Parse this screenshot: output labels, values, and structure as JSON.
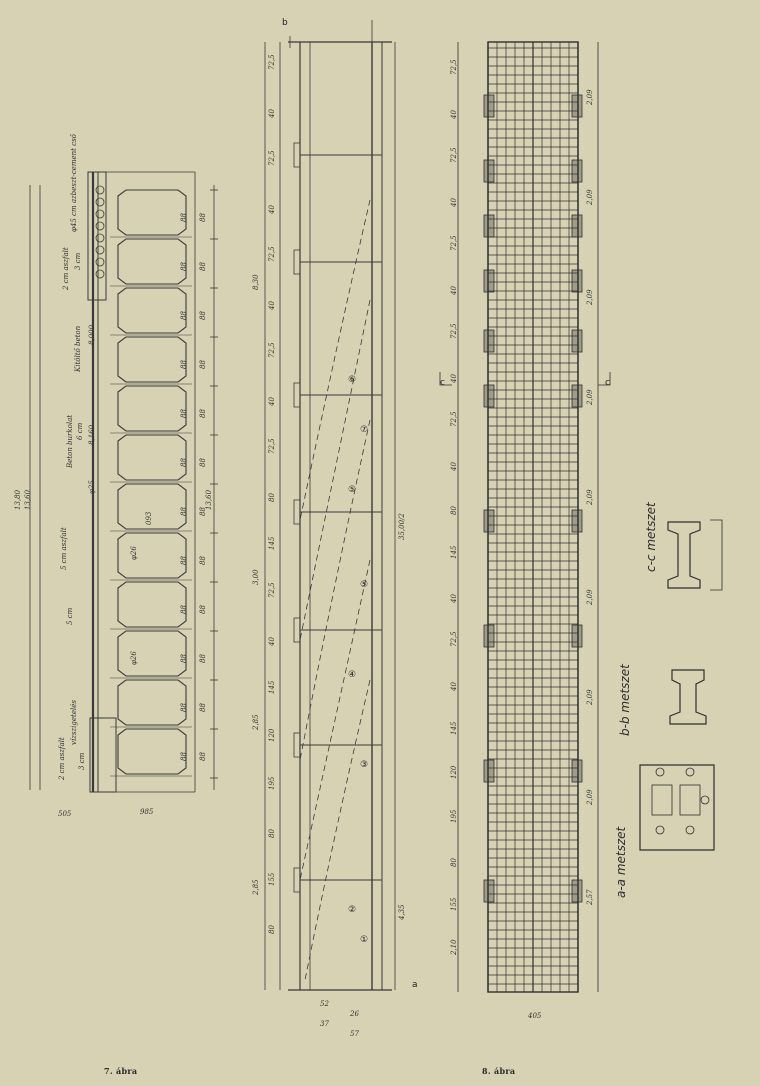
{
  "captions": {
    "fig7": "7. ábra",
    "fig8": "8. ábra"
  },
  "fig7": {
    "dims_dense": [
      "88",
      "88",
      "88",
      "88",
      "88",
      "88",
      "88",
      "88",
      "88",
      "88",
      "88",
      "88"
    ],
    "notes": {
      "cement": "φ45 cm azbeszt-cement cső",
      "asphalt": "2 cm aszfalt",
      "kitolto": "Kitöltő beton",
      "beton_burk": "Beton burkolat",
      "aszfalt5": "5 cm aszfalt",
      "cm6": "6 cm",
      "cm3": "3 cm",
      "cm5": "5 cm",
      "vizszigeteles": "vízszigetelés",
      "aszfalt2b": "2 cm aszfalt",
      "d25": "φ25",
      "d26": "φ26",
      "r093": "093"
    },
    "overall": [
      "13,80",
      "13,60",
      "13,60",
      "8,000",
      "8,160"
    ],
    "bottom_dims": [
      "505",
      "985"
    ]
  },
  "fig8_mid": {
    "section_marks": {
      "b": "b",
      "a": "a"
    },
    "bar_numbers": [
      "⑥",
      "⑦",
      "⑤",
      "⑤",
      "④",
      "③",
      "②",
      "①"
    ],
    "left_dims": [
      "72,5",
      "40",
      "72,5",
      "40",
      "72,5",
      "40",
      "72,5",
      "40",
      "72,5",
      "80",
      "145",
      "72,5",
      "40",
      "145",
      "120",
      "195",
      "80",
      "155",
      "80"
    ],
    "big_dims": [
      "8,30",
      "3,00",
      "2,85",
      "2,85"
    ],
    "right_dims": [
      "35,00/2",
      "4,35"
    ],
    "bottom_dims": [
      "52",
      "26",
      "37",
      "57"
    ]
  },
  "fig8_right": {
    "sections": {
      "cc": "c-c metszet",
      "bb": "b-b metszet",
      "aa": "a-a metszet"
    },
    "section_marks": {
      "c": "c"
    },
    "left_dims": [
      "72,5",
      "40",
      "72,5",
      "40",
      "72,5",
      "40",
      "72,5",
      "40",
      "72,5",
      "40",
      "80",
      "145",
      "40",
      "72,5",
      "40",
      "145",
      "120",
      "195",
      "80",
      "155",
      "2,10"
    ],
    "right_dims": [
      "2,09",
      "2,09",
      "2,09",
      "2,09",
      "2,09",
      "2,09",
      "2,09",
      "2,09",
      "2,57"
    ],
    "bottom_dims": [
      "405"
    ]
  }
}
